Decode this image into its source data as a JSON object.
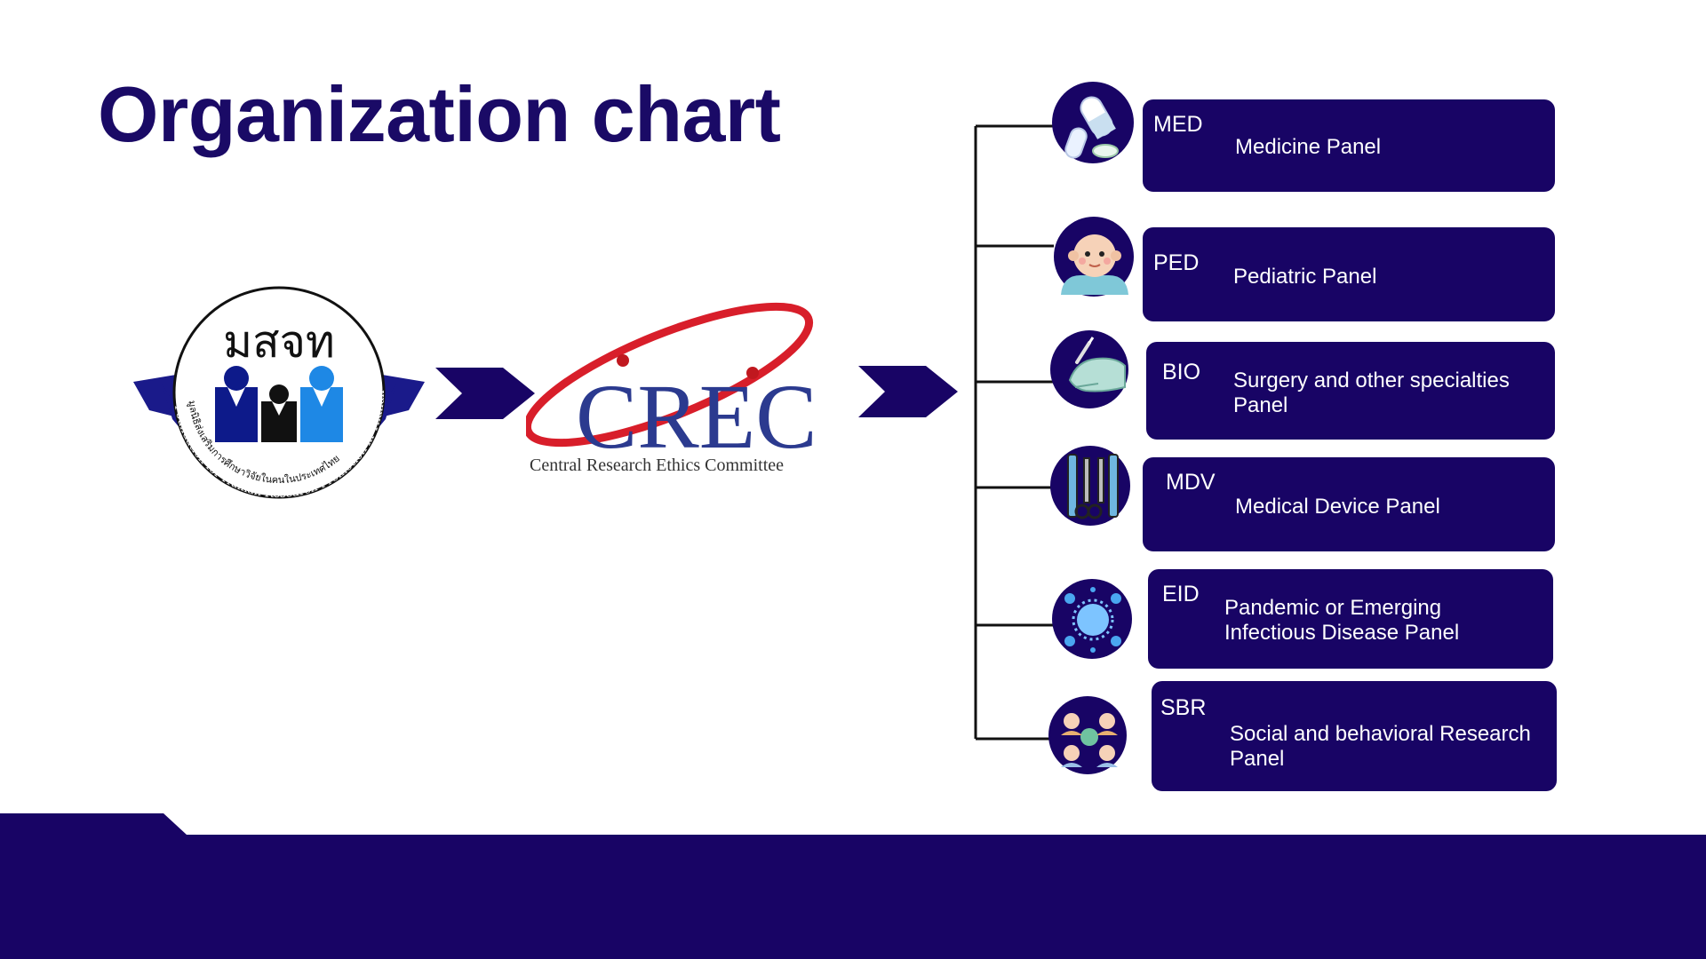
{
  "title": "Organization chart",
  "logos": {
    "fhrp": {
      "thai_text": "มสจท",
      "ring_text_en": "Foundation for Human Research Promotion in Thailand",
      "ring_text_th": "มูลนิธิส่งเสริมการศึกษาวิจัยในคนในประเทศไทย"
    },
    "crec": {
      "wordmark": "CREC",
      "subtitle": "Central Research Ethics Committee"
    }
  },
  "panels": [
    {
      "code": "MED",
      "name": "Medicine Panel",
      "icon": "pills-icon"
    },
    {
      "code": "PED",
      "name": "Pediatric Panel",
      "icon": "baby-icon"
    },
    {
      "code": "BIO",
      "name": "Surgery and other specialties\nPanel",
      "icon": "surgery-hand-icon"
    },
    {
      "code": "MDV",
      "name": "Medical Device Panel",
      "icon": "medical-instruments-icon"
    },
    {
      "code": "EID",
      "name": "Pandemic or Emerging\nInfectious Disease Panel",
      "icon": "virus-icon"
    },
    {
      "code": "SBR",
      "name": "Social and behavioral Research\nPanel",
      "icon": "people-group-icon"
    }
  ],
  "colors": {
    "navy": "#180465",
    "title": "#1a0a66",
    "crec_blue": "#2b3a8f",
    "crec_red": "#d81e2a",
    "fhrp_blue": "#1e88e5",
    "fhrp_navy": "#0d1a8a"
  }
}
